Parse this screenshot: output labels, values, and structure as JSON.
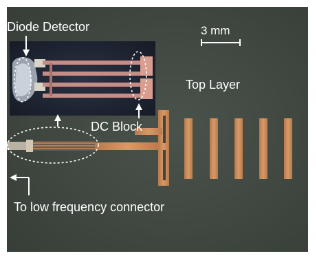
{
  "image": {
    "description": "Micrograph of a printed circuit: top layer copper resonator comb with inset magnified view of diode detector and DC block",
    "colors": {
      "board": "#3f4740",
      "copper": "#c98a5a",
      "inset_bg": "#1e2432",
      "annotation": "#ffffff"
    }
  },
  "labels": {
    "diode_detector": "Diode Detector",
    "scale_bar": "3 mm",
    "top_layer": "Top Layer",
    "dc_block": "DC Block",
    "connector": "To low frequency connector"
  }
}
